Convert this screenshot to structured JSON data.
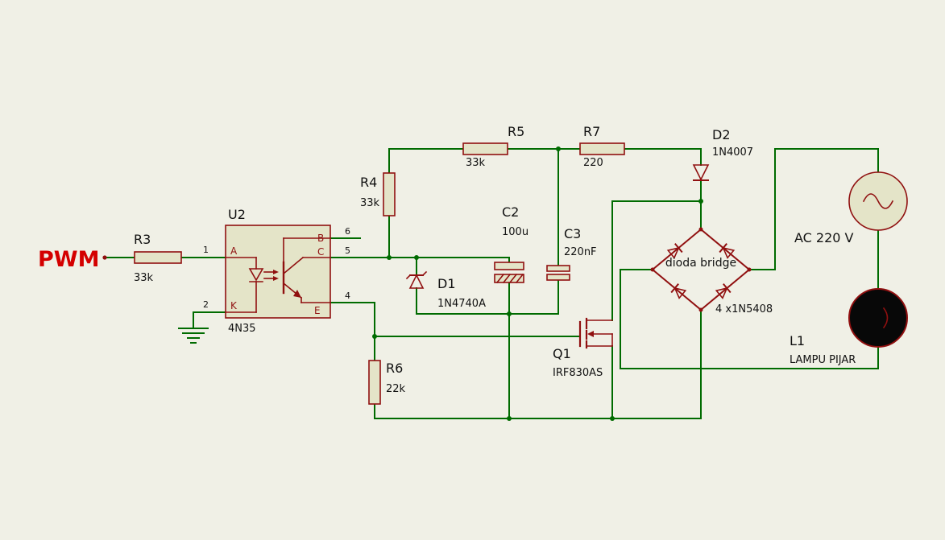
{
  "schematic": {
    "pwm_label": "PWM",
    "components": {
      "r3": {
        "ref": "R3",
        "value": "33k"
      },
      "r4": {
        "ref": "R4",
        "value": "33k"
      },
      "r5": {
        "ref": "R5",
        "value": "33k"
      },
      "r6": {
        "ref": "R6",
        "value": "22k"
      },
      "r7": {
        "ref": "R7",
        "value": "220"
      },
      "u2": {
        "ref": "U2",
        "value": "4N35"
      },
      "c2": {
        "ref": "C2",
        "value": "100u"
      },
      "c3": {
        "ref": "C3",
        "value": "220nF"
      },
      "d1": {
        "ref": "D1",
        "value": "1N4740A"
      },
      "d2": {
        "ref": "D2",
        "value": "1N4007"
      },
      "q1": {
        "ref": "Q1",
        "value": "IRF830AS"
      },
      "bridge": {
        "label": "dioda bridge",
        "value": "4 x1N5408"
      },
      "ac_source": {
        "label": "AC 220 V"
      },
      "l1": {
        "ref": "L1",
        "value": "LAMPU PIJAR"
      }
    },
    "pins": {
      "a": "A",
      "k": "K",
      "b": "B",
      "c": "C",
      "e": "E",
      "n1": "1",
      "n2": "2",
      "n4": "4",
      "n5": "5",
      "n6": "6"
    },
    "colors": {
      "background": "#f0f0e6",
      "wire": "#006b00",
      "component": "#901010",
      "component_fill": "#e4e4c8",
      "text": "#111111",
      "pwm": "#d40000"
    }
  }
}
